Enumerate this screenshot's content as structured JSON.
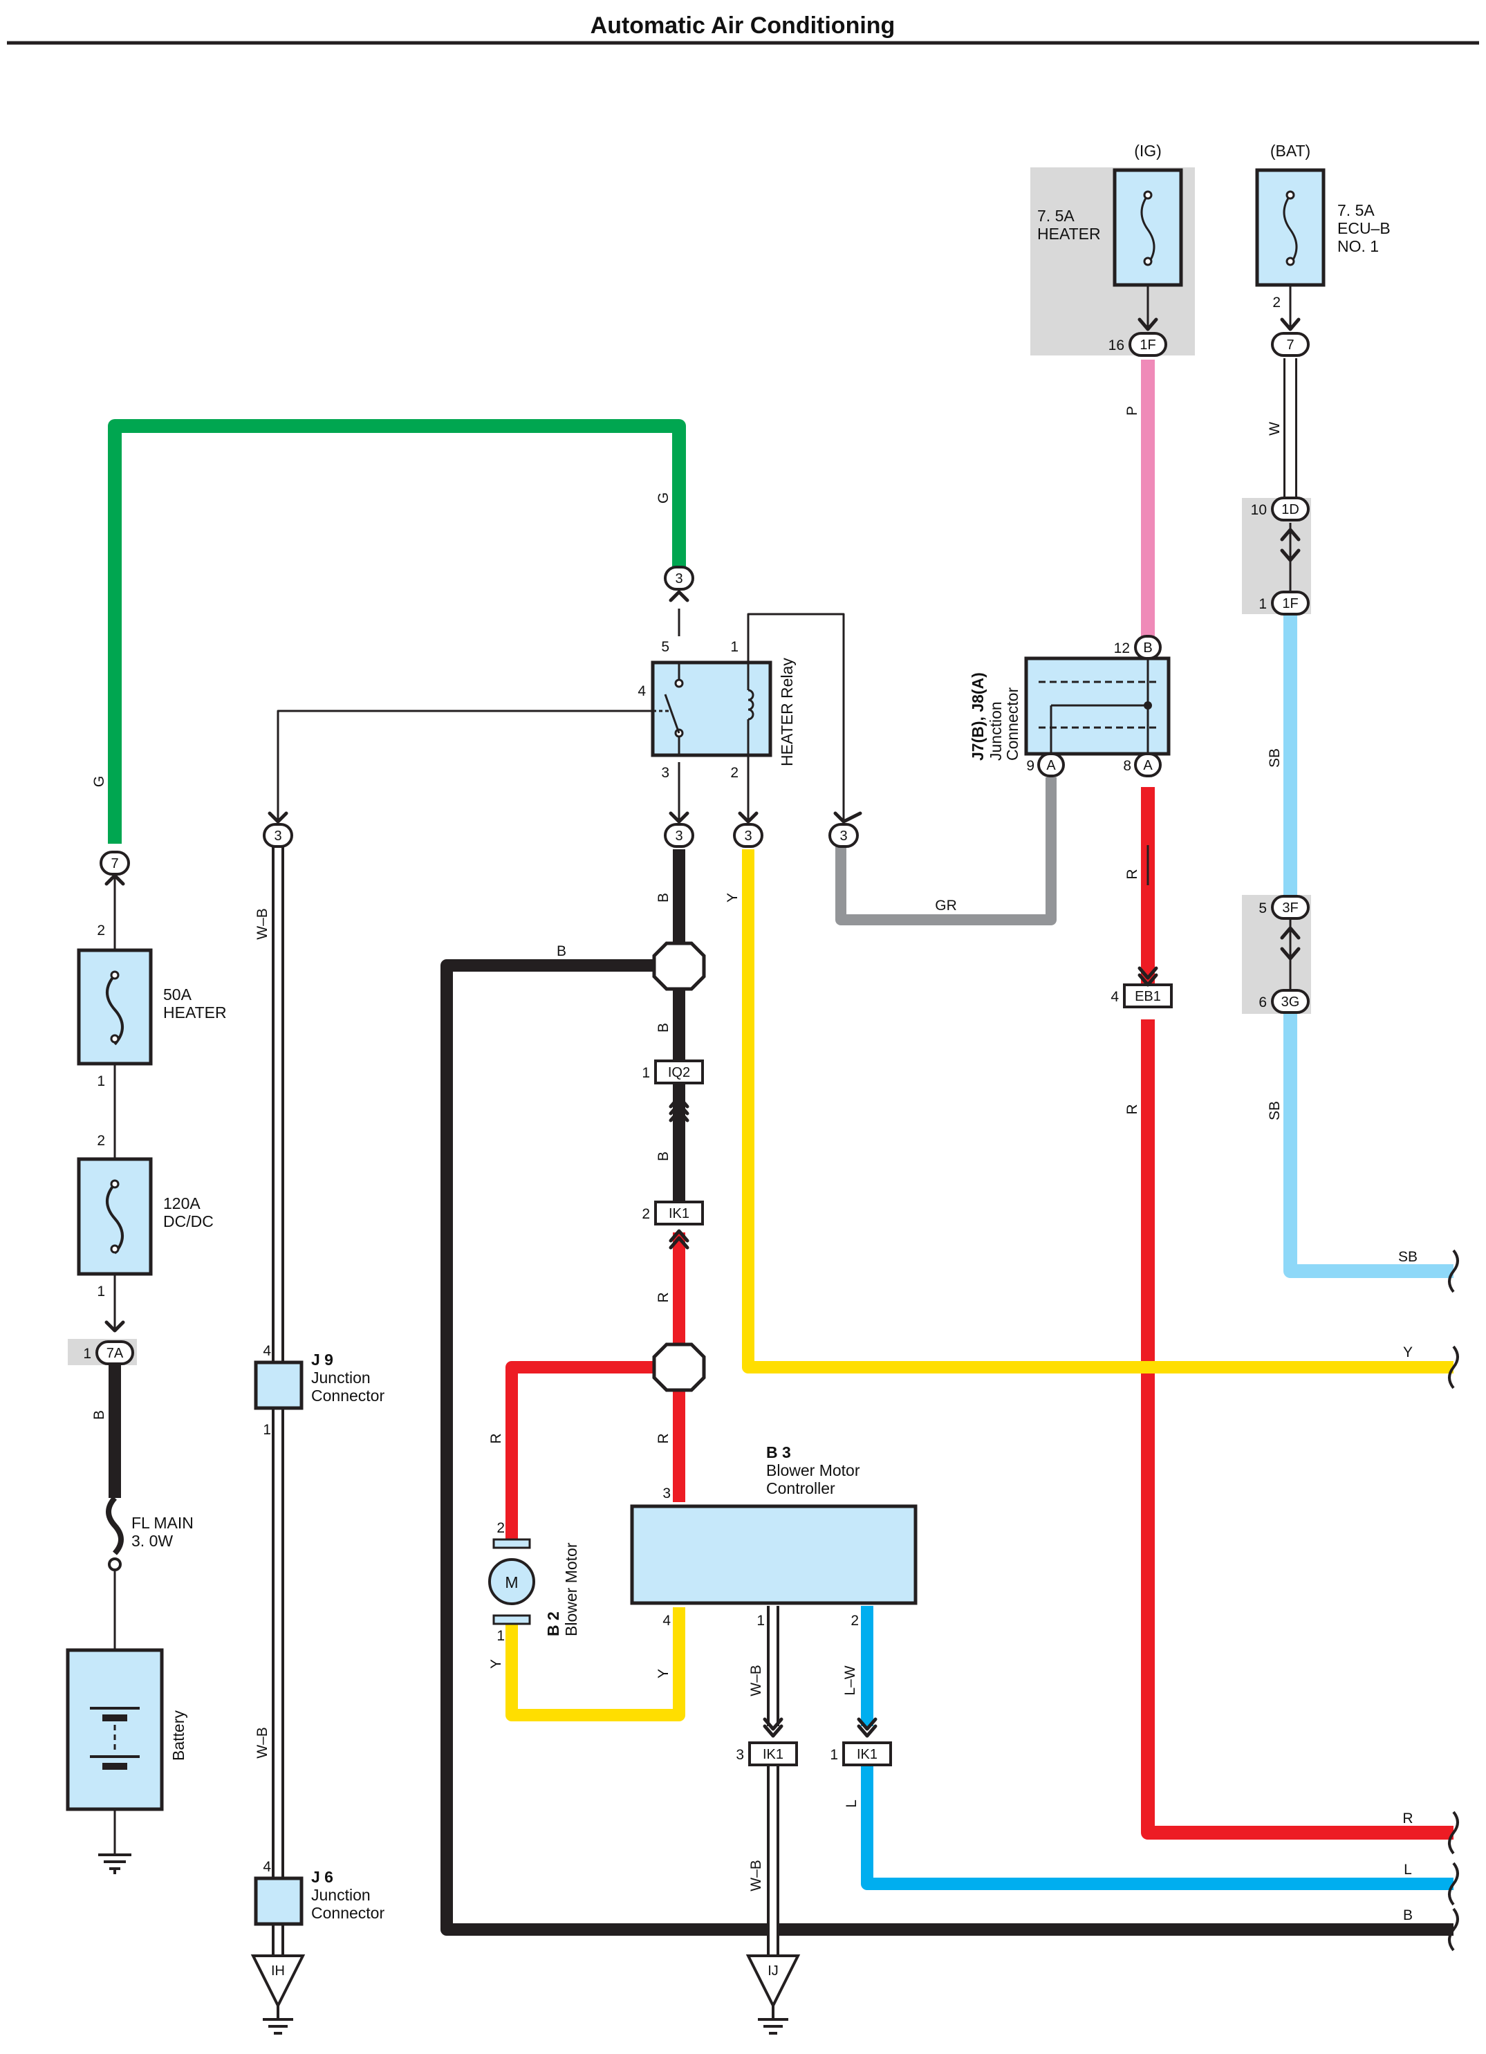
{
  "title": "Automatic Air Conditioning",
  "colors": {
    "green": "#00a650",
    "pink": "#ef8ab8",
    "white": "#ffffff",
    "lightblue": "#8ed8f8",
    "black": "#231f20",
    "red": "#ed1c24",
    "yellow": "#ffde00",
    "gray": "#939598",
    "blue": "#00aeef",
    "component": "#c6e8fa",
    "shade": "#d9d9d9"
  },
  "sources": {
    "ig": "(IG)",
    "bat": "(BAT)"
  },
  "fuses": {
    "heater_7_5a": [
      "7. 5A",
      "HEATER"
    ],
    "ecu_b_no1": [
      "7. 5A",
      "ECU–B",
      "NO. 1"
    ],
    "heater_50a": [
      "50A",
      "HEATER"
    ],
    "dcdc_120a": [
      "120A",
      "DC/DC"
    ],
    "fl_main": [
      "FL MAIN",
      "3. 0W"
    ]
  },
  "components": {
    "heater_relay": "HEATER Relay",
    "junction_j7_j8": {
      "id": "J7(B), J8(A)",
      "lines": [
        "Junction",
        "Connector"
      ]
    },
    "j9": {
      "id": "J 9",
      "lines": [
        "Junction",
        "Connector"
      ]
    },
    "j6": {
      "id": "J 6",
      "lines": [
        "Junction",
        "Connector"
      ]
    },
    "b3": {
      "id": "B 3",
      "lines": [
        "Blower Motor",
        "Controller"
      ]
    },
    "b2": {
      "id": "B 2",
      "name": "Blower Motor",
      "symbol": "M"
    },
    "battery": "Battery"
  },
  "connectors": {
    "1F_top": "1F",
    "7_top": "7",
    "1D": "1D",
    "1F_mid": "1F",
    "B_jc": "B",
    "A_jc_9": "A",
    "A_jc_8": "A",
    "3F": "3F",
    "3G": "3G",
    "EB1": "EB1",
    "IQ2": "IQ2",
    "IK1_mid": "IK1",
    "IK1_l": "IK1",
    "IK1_r": "IK1",
    "7A": "7A",
    "c3_top": "3",
    "c3_a": "3",
    "c3_b": "3",
    "c3_c": "3",
    "c3_d": "3",
    "c7_left": "7",
    "IH": "IH",
    "IJ": "IJ"
  },
  "pins": {
    "p16": "16",
    "p2_ecu": "2",
    "p10": "10",
    "p1_1f": "1",
    "p12": "12",
    "p5_relay": "5",
    "p1_relay": "1",
    "p4_relay": "4",
    "p3_relay": "3",
    "p2_relay": "2",
    "p9": "9",
    "p8": "8",
    "p5_3f": "5",
    "p6_3g": "6",
    "p4_eb1": "4",
    "p2_f50": "2",
    "p1_f50": "1",
    "p2_f120": "2",
    "p1_f120": "1",
    "p1_7a": "1",
    "p1_iq2": "1",
    "p2_ik1": "2",
    "p4_j9": "4",
    "p1_j9": "1",
    "p3_b3": "3",
    "p2_b2": "2",
    "p1_b2": "1",
    "p4_b3": "4",
    "p1_b3": "1",
    "p2_b3": "2",
    "p3_ik1": "3",
    "p1_ik1": "1",
    "p4_j6": "4"
  },
  "wire_labels": {
    "p": "P",
    "w": "W",
    "g_top": "G",
    "g_left": "G",
    "sb_1": "SB",
    "sb_2": "SB",
    "b_relay": "B",
    "y_relay": "Y",
    "gr": "GR",
    "r_jc": "R",
    "r_eb1": "R",
    "wb_left": "W–B",
    "b_horiz": "B",
    "b_iq2": "B",
    "b_ik1": "B",
    "r_ik1": "R",
    "r_left": "R",
    "r_b3": "R",
    "y_motor": "Y",
    "y_b3": "Y",
    "wb_b3": "W–B",
    "lw_b3": "L–W",
    "l_down": "L",
    "wb_down": "W–B",
    "wb_left2": "W–B",
    "b_battery": "B",
    "sb_out": "SB",
    "y_out": "Y",
    "r_out": "R",
    "l_out": "L",
    "b_out": "B"
  }
}
